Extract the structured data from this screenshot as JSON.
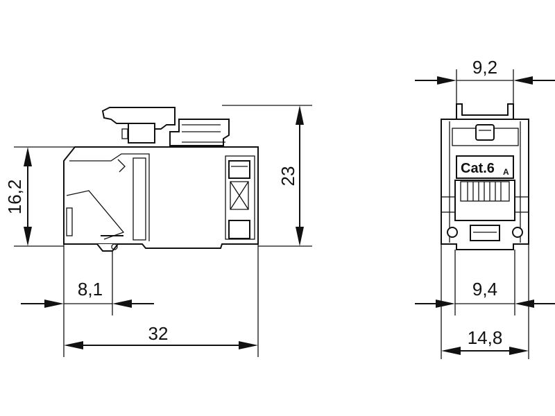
{
  "dimensions": {
    "side_height_total": "23",
    "side_height_body": "16,2",
    "side_length": "32",
    "side_front_depth": "8,1",
    "front_top_width": "9,2",
    "front_inner_width": "9,4",
    "front_total_width": "14,8"
  },
  "front_label": {
    "main": "Cat.6",
    "sub": "A"
  }
}
